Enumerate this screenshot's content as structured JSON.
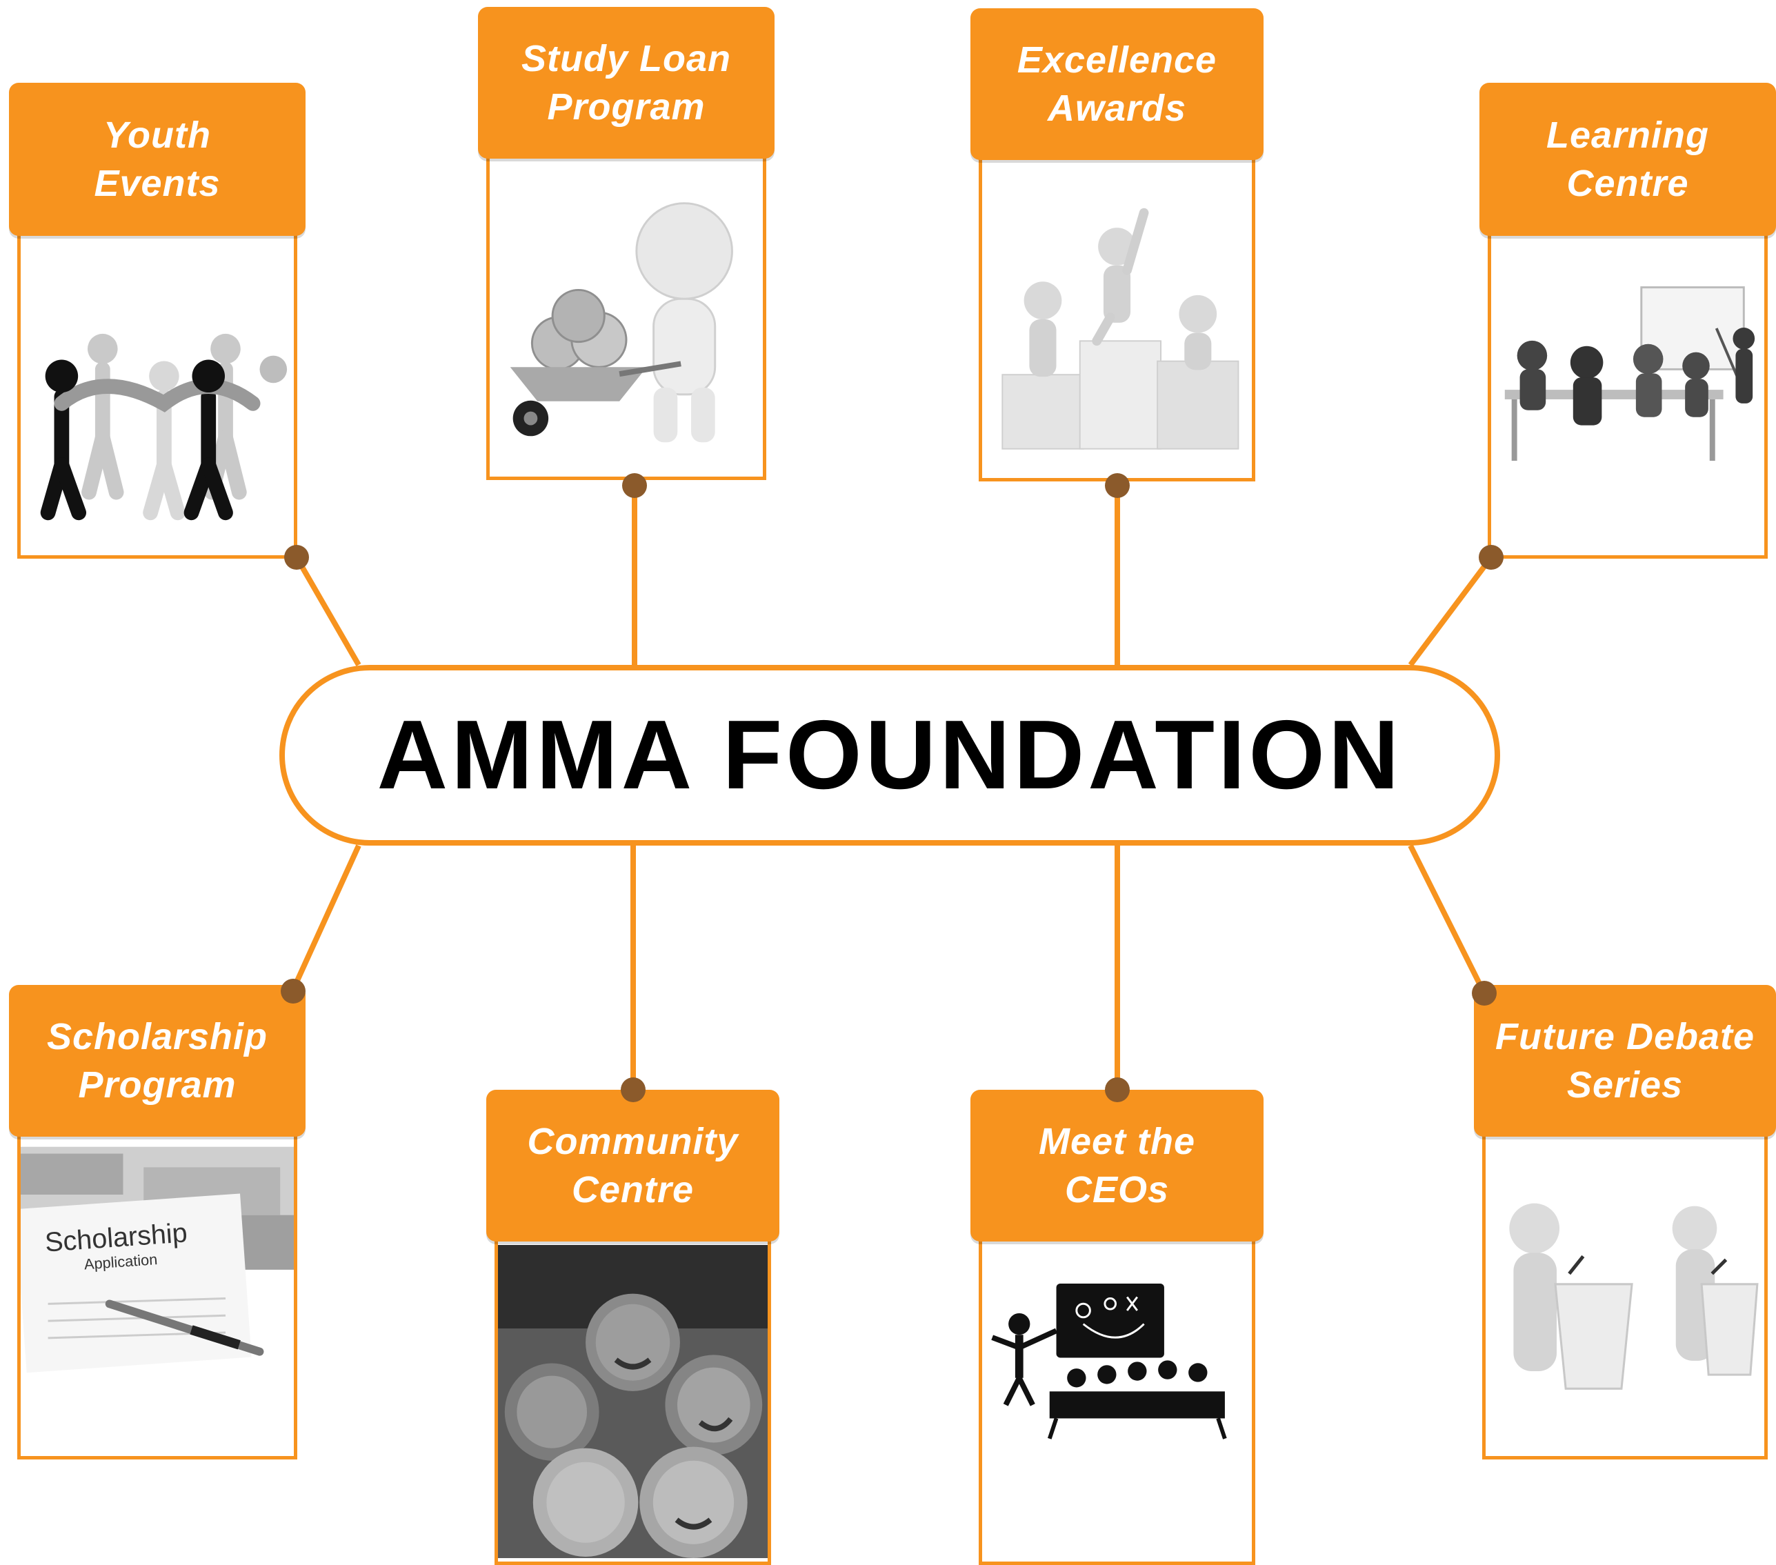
{
  "center": {
    "title": "AMMA FOUNDATION"
  },
  "nodes": [
    {
      "id": "youth-events",
      "label": "Youth\nEvents",
      "icon": "people-circle-icon"
    },
    {
      "id": "study-loan-program",
      "label": "Study Loan\nProgram",
      "icon": "wheelbarrow-money-icon"
    },
    {
      "id": "excellence-awards",
      "label": "Excellence\nAwards",
      "icon": "podium-icon"
    },
    {
      "id": "learning-centre",
      "label": "Learning\nCentre",
      "icon": "classroom-icon"
    },
    {
      "id": "scholarship-program",
      "label": "Scholarship\nProgram",
      "icon": "scholarship-form-icon",
      "image_text": {
        "title": "Scholarship",
        "subtitle": "Application"
      }
    },
    {
      "id": "community-centre",
      "label": "Community\nCentre",
      "icon": "group-photo-icon"
    },
    {
      "id": "meet-the-ceos",
      "label": "Meet the\nCEOs",
      "icon": "coach-board-icon"
    },
    {
      "id": "future-debate-series",
      "label": "Future Debate\nSeries",
      "icon": "debate-podium-icon"
    }
  ],
  "colors": {
    "accent": "#F7931E",
    "connector_dot": "#8B5A2B",
    "text_dark": "#000000",
    "tab_text": "#ffffff"
  }
}
